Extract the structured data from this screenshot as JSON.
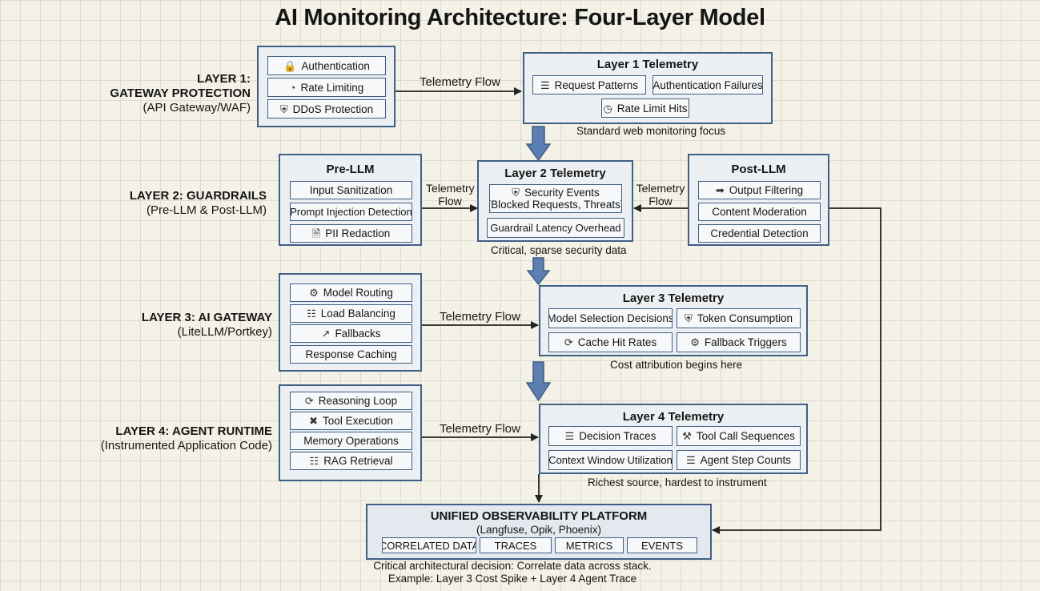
{
  "title": "AI Monitoring Architecture: Four-Layer Model",
  "layer1": {
    "label_title": "LAYER 1:",
    "label_title2": "GATEWAY PROTECTION",
    "label_sub": "(API Gateway/WAF)",
    "items": [
      {
        "label": "Authentication",
        "icon": "lock-icon"
      },
      {
        "label": "Rate Limiting",
        "icon": "gauge-icon"
      },
      {
        "label": "DDoS Protection",
        "icon": "shield-icon"
      }
    ],
    "telemetry": {
      "title": "Layer 1 Telemetry",
      "items": [
        {
          "label": "Request Patterns",
          "icon": "request-icon"
        },
        {
          "label": "Authentication Failures"
        },
        {
          "label": "Rate Limit Hits",
          "icon": "clock-icon"
        }
      ],
      "note": "Standard web monitoring focus"
    },
    "flow_label": "Telemetry Flow"
  },
  "layer2": {
    "label_title": "LAYER 2: GUARDRAILS",
    "label_sub": "(Pre-LLM & Post-LLM)",
    "pre": {
      "title": "Pre-LLM",
      "items": [
        {
          "label": "Input Sanitization"
        },
        {
          "label": "Prompt Injection Detection"
        },
        {
          "label": "PII Redaction",
          "icon": "document-icon"
        }
      ]
    },
    "post": {
      "title": "Post-LLM",
      "items": [
        {
          "label": "Output Filtering",
          "icon": "filter-icon"
        },
        {
          "label": "Content Moderation"
        },
        {
          "label": "Credential Detection"
        }
      ]
    },
    "telemetry": {
      "title": "Layer 2 Telemetry",
      "security_events_line1": "Security Events",
      "security_events_line2": "(Blocked Requests, Threats)",
      "latency": "Guardrail Latency Overhead",
      "note": "Critical, sparse security data"
    },
    "flow_left_line1": "Telemetry",
    "flow_left_line2": "Flow",
    "flow_right_line1": "Telemetry",
    "flow_right_line2": "Flow"
  },
  "layer3": {
    "label_title": "LAYER 3: AI GATEWAY",
    "label_sub": "(LiteLLM/Portkey)",
    "items": [
      {
        "label": "Model Routing",
        "icon": "gear-icon"
      },
      {
        "label": "Load Balancing",
        "icon": "hierarchy-icon"
      },
      {
        "label": "Fallbacks",
        "icon": "fallback-icon"
      },
      {
        "label": "Response Caching"
      }
    ],
    "telemetry": {
      "title": "Layer 3 Telemetry",
      "items": [
        {
          "label": "Model Selection Decisions"
        },
        {
          "label": "Token Consumption",
          "icon": "database-icon"
        },
        {
          "label": "Cache Hit Rates",
          "icon": "cache-icon"
        },
        {
          "label": "Fallback Triggers",
          "icon": "trigger-icon"
        }
      ],
      "note": "Cost attribution begins here"
    },
    "flow_label": "Telemetry Flow"
  },
  "layer4": {
    "label_title": "LAYER 4: AGENT RUNTIME",
    "label_sub": "(Instrumented Application Code)",
    "items": [
      {
        "label": "Reasoning Loop",
        "icon": "loop-icon"
      },
      {
        "label": "Tool Execution",
        "icon": "tools-icon"
      },
      {
        "label": "Memory Operations"
      },
      {
        "label": "RAG Retrieval",
        "icon": "retrieval-icon"
      }
    ],
    "telemetry": {
      "title": "Layer 4 Telemetry",
      "items": [
        {
          "label": "Decision Traces",
          "icon": "list-icon"
        },
        {
          "label": "Tool Call Sequences",
          "icon": "wrench-icon"
        },
        {
          "label": "Context Window Utilization"
        },
        {
          "label": "Agent Step Counts",
          "icon": "steps-icon"
        }
      ],
      "note": "Richest source, hardest to instrument"
    },
    "flow_label": "Telemetry Flow"
  },
  "platform": {
    "title": "UNIFIED OBSERVABILITY PLATFORM",
    "subtitle": "(Langfuse, Opik, Phoenix)",
    "tags": [
      "CORRELATED DATA",
      "TRACES",
      "METRICS",
      "EVENTS"
    ],
    "footnote_line1": "Critical architectural decision: Correlate data across stack.",
    "footnote_line2": "Example: Layer 3 Cost Spike + Layer 4 Agent Trace"
  },
  "colors": {
    "border": "#3e5f86",
    "panel_fill": "#edf0f2",
    "big_arrow": "#5b7fb3",
    "background": "#f4f1e6"
  }
}
